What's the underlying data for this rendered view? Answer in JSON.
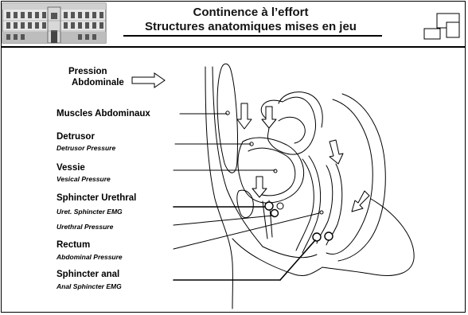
{
  "header": {
    "title_line1": "Continence à l’effort",
    "title_line2": "Structures anatomiques mises en jeu"
  },
  "labels": {
    "pression": "Pression",
    "abdominale": "Abdominale",
    "muscles": "Muscles Abdominaux",
    "detrusor": "Detrusor",
    "detrusor_pressure": "Detrusor Pressure",
    "vessie": "Vessie",
    "vesical_pressure": "Vesical Pressure",
    "sphincter_urethral": "Sphincter Urethral",
    "uret_sphincter_emg": "Uret. Sphincter EMG",
    "urethral_pressure": "Urethral Pressure",
    "rectum": "Rectum",
    "abdominal_pressure": "Abdominal Pressure",
    "sphincter_anal": "Sphincter anal",
    "anal_sphincter_emg": "Anal Sphincter EMG"
  },
  "icons": {
    "logo": "building-logo-icon",
    "corner": "windows-corner-icon",
    "pressure_arrow": "hollow-arrow-icon"
  }
}
